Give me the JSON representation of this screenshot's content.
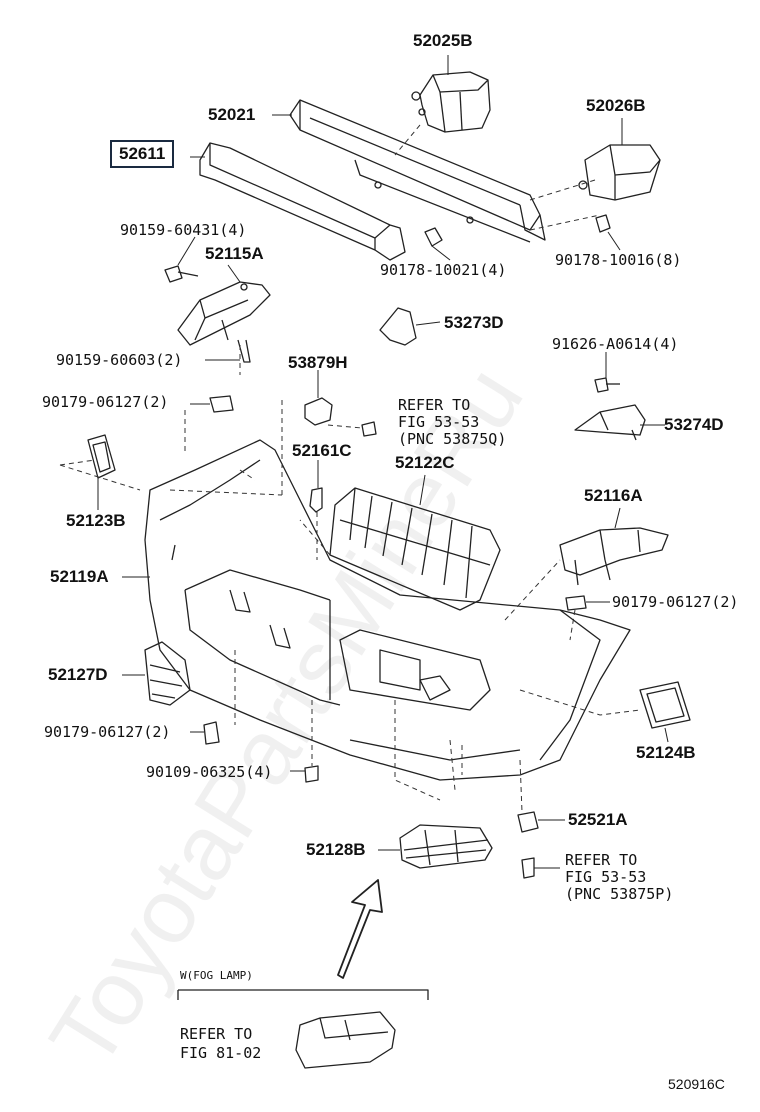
{
  "watermark": "ToyotaPartsMineRu",
  "labels": {
    "p52025B": "52025B",
    "p52021": "52021",
    "p52026B": "52026B",
    "p52611": "52611",
    "p90159_60431": "90159-60431(4)",
    "p52115A": "52115A",
    "p90178_10021": "90178-10021(4)",
    "p90178_10016": "90178-10016(8)",
    "p53273D": "53273D",
    "p90159_60603": "90159-60603(2)",
    "p91626_A0614": "91626-A0614(4)",
    "p53879H": "53879H",
    "p90179_06127_a": "90179-06127(2)",
    "refer_a_1": "REFER TO",
    "refer_a_2": "FIG 53-53",
    "refer_a_3": "(PNC 53875Q)",
    "p53274D": "53274D",
    "p52161C": "52161C",
    "p52122C": "52122C",
    "p52123B": "52123B",
    "p52116A": "52116A",
    "p52119A": "52119A",
    "p90179_06127_b": "90179-06127(2)",
    "p52127D": "52127D",
    "p90179_06127_c": "90179-06127(2)",
    "p52124B": "52124B",
    "p90109_06325": "90109-06325(4)",
    "p52521A": "52521A",
    "p52128B": "52128B",
    "refer_b_1": "REFER TO",
    "refer_b_2": "FIG 53-53",
    "refer_b_3": "(PNC 53875P)",
    "fog_lamp": "W(FOG LAMP)",
    "refer_c_1": "REFER TO",
    "refer_c_2": "FIG 81-02",
    "diagram_code": "520916C"
  }
}
